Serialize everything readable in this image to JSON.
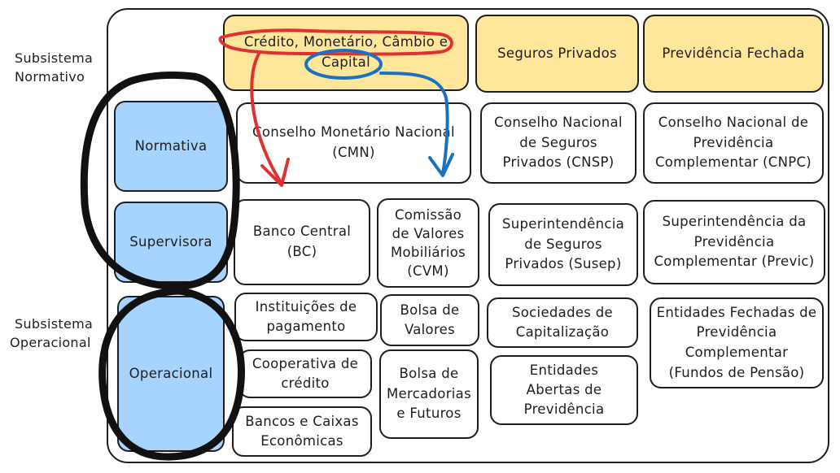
{
  "side_labels": {
    "normativo": [
      "Subsistema",
      "Normativo"
    ],
    "operacional": [
      "Subsistema",
      "Operacional"
    ]
  },
  "roles": {
    "normativa": "Normativa",
    "supervisora": "Supervisora",
    "operacional": "Operacional"
  },
  "headers": {
    "credito": "Crédito, Monetário, Câmbio e Capital",
    "seguros": "Seguros Privados",
    "previdencia": "Previdência Fechada"
  },
  "normativos": {
    "cmn": "Conselho Monetário Nacional (CMN)",
    "cnsp": "Conselho Nacional de Seguros Privados (CNSP)",
    "cnpc": "Conselho Nacional de Previdência Complementar (CNPC)"
  },
  "supervisores": {
    "bc": "Banco Central (BC)",
    "cvm": "Comissão de Valores Mobiliários (CVM)",
    "susep": "Superintendência de Seguros Privados (Susep)",
    "previc": "Superintendência da Previdência Complementar (Previc)"
  },
  "operadores": {
    "instituicoes_pagamento": "Instituições de pagamento",
    "cooperativa": "Cooperativa de crédito",
    "bancos_caixas": "Bancos e Caixas Econômicas",
    "bolsa_valores": "Bolsa de Valores",
    "bolsa_mercadorias": "Bolsa de Mercadorias e Futuros",
    "capitalizacao": "Sociedades de Capitalização",
    "entidades_abertas": "Entidades Abertas de Previdência",
    "entidades_fechadas": "Entidades Fechadas de Previdência Complementar (Fundos de Pensão)"
  },
  "colors": {
    "header_yellow": "#ffe69b",
    "role_blue": "#a6d4ff",
    "annotation_red": "#e03131",
    "annotation_blue": "#1971c2",
    "ink": "#1e1e1e"
  }
}
